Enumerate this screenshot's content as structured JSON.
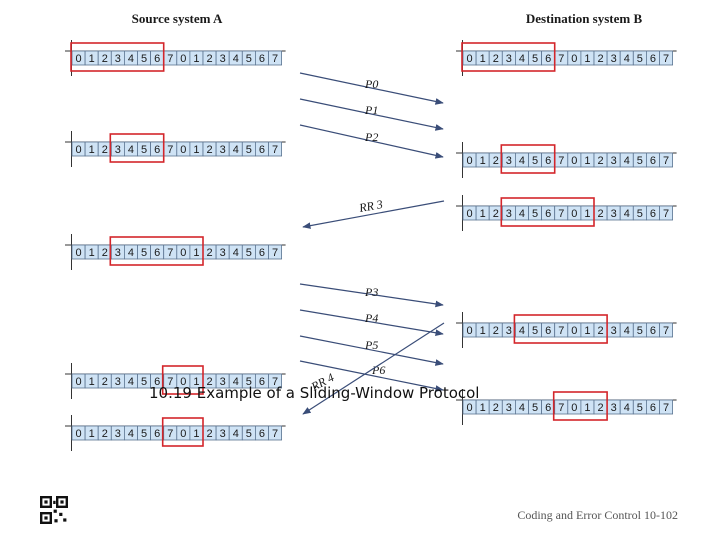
{
  "source_label": "Source system A",
  "destination_label": "Destination system B",
  "sequence": [
    "0",
    "1",
    "2",
    "3",
    "4",
    "5",
    "6",
    "7",
    "0",
    "1",
    "2",
    "3",
    "4",
    "5",
    "6",
    "7"
  ],
  "source_strips": [
    {
      "window_start": 0,
      "window_size": 7
    },
    {
      "window_start": 3,
      "window_size": 4
    },
    {
      "window_start": 3,
      "window_size": 7
    },
    {
      "window_start": 7,
      "window_size": 3
    },
    {
      "window_start": 7,
      "window_size": 3
    }
  ],
  "destination_strips": [
    {
      "window_start": 0,
      "window_size": 7
    },
    {
      "window_start": 3,
      "window_size": 4
    },
    {
      "window_start": 3,
      "window_size": 7
    },
    {
      "window_start": 4,
      "window_size": 7
    },
    {
      "window_start": 7,
      "window_size": 4
    }
  ],
  "messages": [
    {
      "label": "P0",
      "direction": "A-to-B"
    },
    {
      "label": "P1",
      "direction": "A-to-B"
    },
    {
      "label": "P2",
      "direction": "A-to-B"
    },
    {
      "label": "RR 3",
      "direction": "B-to-A"
    },
    {
      "label": "P3",
      "direction": "A-to-B"
    },
    {
      "label": "P4",
      "direction": "A-to-B"
    },
    {
      "label": "P5",
      "direction": "A-to-B"
    },
    {
      "label": "P6",
      "direction": "A-to-B"
    },
    {
      "label": "RR 4",
      "direction": "B-to-A"
    }
  ],
  "caption": "10.19 Example of a Sliding-Window Protocol",
  "footer": "Coding and Error Control 10-102",
  "qr_icon": "qr-code-icon",
  "colors": {
    "cell_fill": "#cfe3f5",
    "window": "#d3262b",
    "arrow": "#3a4d78"
  }
}
